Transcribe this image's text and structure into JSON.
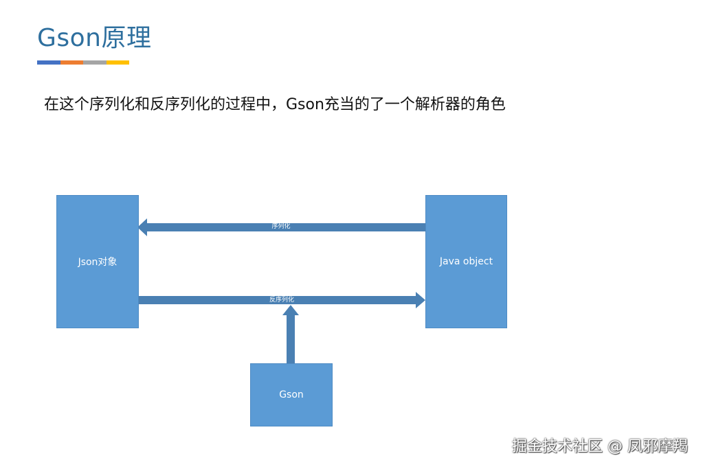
{
  "slide": {
    "title": "Gson原理",
    "accent_colors": [
      "#4472c4",
      "#ed7d31",
      "#a5a5a5",
      "#ffc000"
    ],
    "body_text": "在这个序列化和反序列化的过程中，Gson充当的了一个解析器的角色"
  },
  "diagram": {
    "nodes": {
      "json": "Json对象",
      "java": "Java object",
      "gson": "Gson"
    },
    "edges": {
      "serialize": "序列化",
      "deserialize": "反序列化"
    },
    "box_color": "#5b9bd5",
    "arrow_color": "#4a80b3"
  },
  "watermark": "掘金技术社区 @ 凤邪摩羯"
}
